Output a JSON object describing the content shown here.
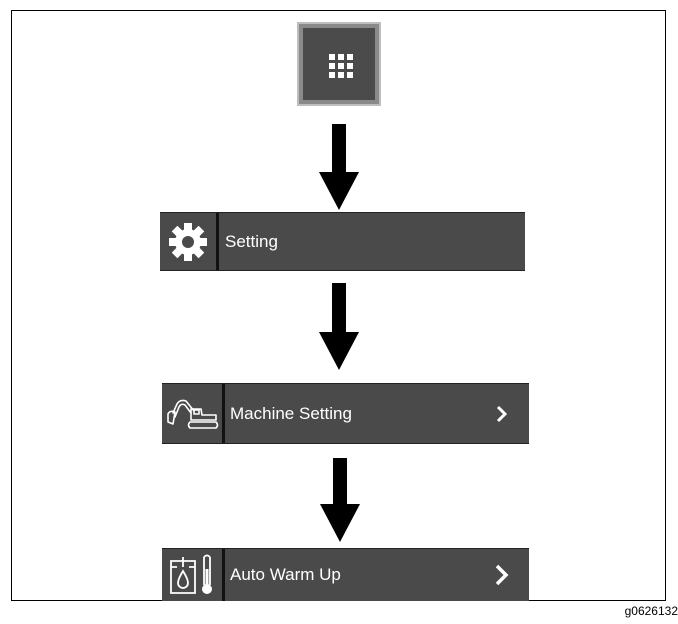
{
  "menu": {
    "setting_label": "Setting",
    "machine_setting_label": "Machine Setting",
    "auto_warm_up_label": "Auto Warm Up"
  },
  "icons": {
    "apps": "grid-icon",
    "setting": "gear-icon",
    "machine_setting": "excavator-icon",
    "auto_warm_up": "fluid-temperature-icon",
    "navigate": "chevron-right-icon",
    "flow": "arrow-down-icon"
  },
  "colors": {
    "menu_background": "#4a4a4a",
    "text": "#ffffff",
    "arrow": "#000000"
  },
  "figure_id": "g0626132"
}
